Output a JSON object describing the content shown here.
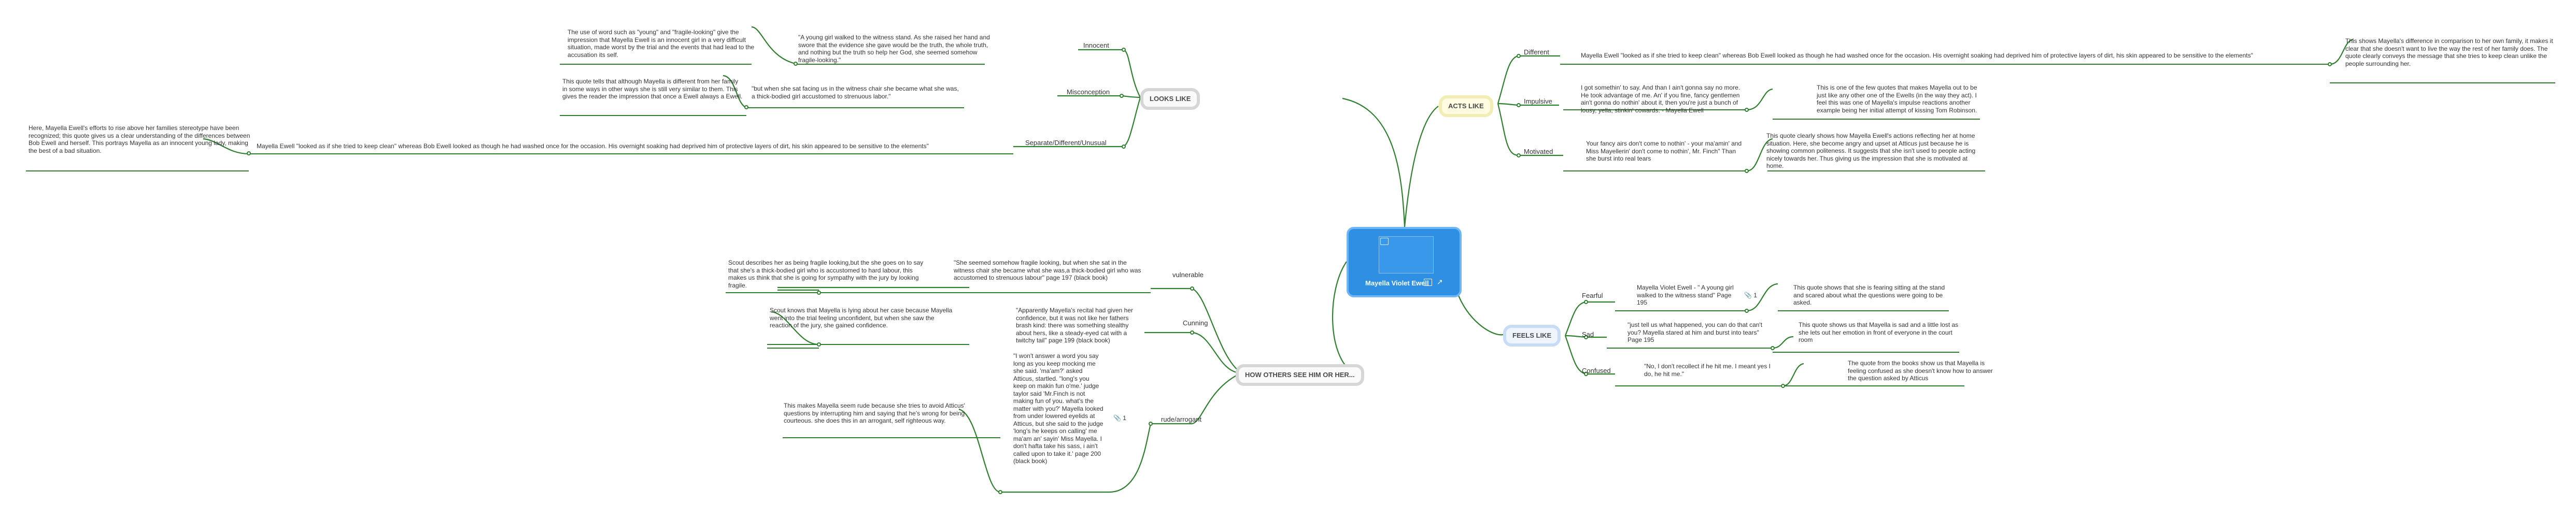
{
  "root": {
    "title": "Mayella Violet Ewell"
  },
  "categories": {
    "looks_like": "LOOKS LIKE",
    "acts_like": "ACTS LIKE",
    "feels_like": "FEELS LIKE",
    "others": "HOW OTHERS SEE HIM OR HER..."
  },
  "looks": {
    "innocent": {
      "label": "Innocent",
      "quote": "\"A young girl walked to the witness stand. As she raised her hand and swore that the evidence she gave would be the truth, the whole truth, and nothing but the truth so help her God, she seemed somehow fragile-looking.\"",
      "note": "The use of word such as \"young\" and \"fragile-looking\" give the impression that Mayella Ewell is an innocent girl in a very difficult situation, made worst by the trial and the events that had lead to the accusation its self."
    },
    "misconception": {
      "label": "Misconception",
      "quote": "\"but when she sat facing us in the witness chair she became what she was, a thick-bodied girl accustomed to strenuous labor.\"",
      "note": "This quote tells that although Mayella is different from her family in some ways in other ways she is still very similar to them. This gives the reader the impression that once a Ewell always a Ewell."
    },
    "separate": {
      "label": "Separate/Different/Unusual",
      "quote": "Mayella Ewell \"looked as if she tried to keep clean\" whereas Bob Ewell looked as though he had washed once for the occasion. His overnight soaking had deprived him of protective layers of dirt, his skin appeared to be sensitive to the elements\"",
      "note": "Here, Mayella Ewell's efforts to rise above her families stereotype have been recognized; this quote gives us a clear understanding of the differences between Bob Ewell and herself. This portrays Mayella as an innocent young lady, making the best of a bad situation."
    }
  },
  "acts": {
    "different": {
      "label": "Different",
      "quote": "Mayella Ewell \"looked as if she tried to keep clean\" whereas Bob Ewell looked as though he had washed once for the occasion. His overnight soaking had deprived him of protective layers of dirt, his skin appeared to be sensitive to the elements\"",
      "note": "This shows Mayella's difference in comparison to her own family, it makes it clear that she doesn't want to live the way the rest of her family does. The quote clearly conveys the message that she tries to keep clean unlike the people surrounding her."
    },
    "impulsive": {
      "label": "Impulsive",
      "quote": "I got somethin' to say. And than I ain't gonna say no more. He took advantage of me. An' if you fine, fancy gentlemen ain't gonna do nothin' about it, then you're just a bunch of lousy, yella, stinkin' cowards. - Mayella Ewell",
      "note": "This is one of the few quotes that makes Mayella out to be just like any other one of the Ewells (in the way they act). I feel this was one of Mayella's impulse reactions another example being her initial attempt of kissing Tom Robinson."
    },
    "motivated": {
      "label": "Motivated",
      "quote": "Your fancy airs don't come to nothin' - your ma'amin' and Miss Mayellerin' don't come to nothin', Mr. Finch\" Than she burst into real tears",
      "note": "This quote clearly shows how Mayella Ewell's actions reflecting her at home situation. Here, she become angry and upset at Atticus just because he is showing common politeness. It suggests that she isn't used to people acting nicely towards her. Thus giving us the impression that she is motivated at home."
    }
  },
  "feels": {
    "fearful": {
      "label": "Fearful",
      "quote": "Mayella Violet Ewell - \" A young girl walked to the witness stand\" Page 195",
      "badge": "1",
      "note": "This quote shows that she is fearing sitting at the stand and scared about what the questions were going to be asked."
    },
    "sad": {
      "label": "Sad",
      "quote": "\"just tell us what happened, you can do that can't you? Mayella stared at him and burst into tears\" Page 195",
      "note": "This quote shows us that Mayella is sad and a little lost as she lets out her emotion in front of everyone in the court room"
    },
    "confused": {
      "label": "Confused",
      "quote": "\"No, I don't recollect if he hit me. I meant yes I do, he hit me.\"",
      "note": "The quote from the books show us that Mayella is feeling confused as she doesn't know how to answer the question asked by Atticus"
    }
  },
  "others": {
    "vulnerable": {
      "label": "vulnerable",
      "quote": "\"She seemed somehow fragile looking, but when she sat in the witness chair she became what she was,a thick-bodied girl who was accustomed to strenuous labour\" page 197 (black book)",
      "note": "Scout describes her as being fragile looking,but the she goes on to say that she's a thick-bodied girl who is accustomed to hard labour, this makes us think that she is going for sympathy with the jury by looking fragile."
    },
    "cunning": {
      "label": "Cunning",
      "quote": "\"Apparently Mayella's recital had given her confidence, but it was not like her fathers brash kind: there was something stealthy about hers, like a steady-eyed cat with a twitchy tail\" page 199 (black book)",
      "note": "Scout knows that Mayella is lying about her case because Mayella went into the trial feeling unconfident, but when she saw the reaction of the jury, she gained confidence."
    },
    "rude": {
      "label": "rude/arrogant",
      "quote": "\"I won't answer a word you say long as you keep mocking me she said. 'ma'am?' asked Atticus, startled. \"long's you keep on makin fun o'me.' judge taylor said 'Mr.Finch is not making fun of you. what's the matter with you?' Mayella looked from under lowered eyelids at Atticus, but she said to the judge 'long's he keeps on calling' me ma'am an' sayin' Miss Mayella. I don't hafta take his sass, i ain't called upon to take it.' page 200 (black book)",
      "badge": "1",
      "note": "This makes Mayella seem rude because she tries to avoid Atticus' questions by interrupting him and saying that he's wrong for being courteous. she does this in an arrogant, self righteous way."
    }
  },
  "colors": {
    "branch": "#2f7f2f",
    "root_fill": "#2f8fe3",
    "root_border": "#6fb6f5"
  }
}
